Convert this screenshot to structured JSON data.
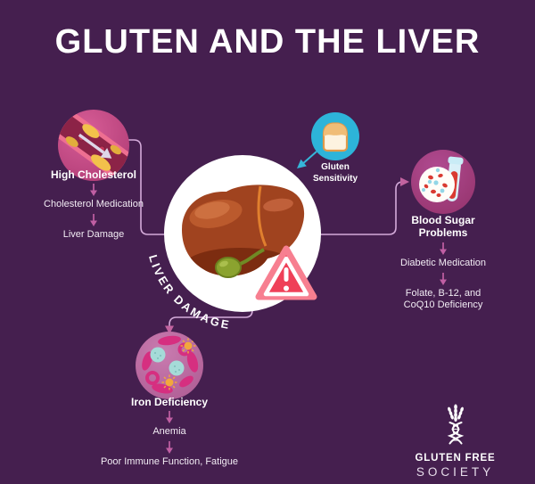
{
  "title": "GLUTEN AND THE LIVER",
  "center": {
    "curved_label": "LIVER DAMAGE"
  },
  "trigger": {
    "label": "Gluten\nSensitivity"
  },
  "branches": {
    "high_cholesterol": {
      "title": "High Cholesterol",
      "step1": "Cholesterol Medication",
      "step2": "Liver Damage"
    },
    "blood_sugar": {
      "title": "Blood Sugar\nProblems",
      "step1": "Diabetic Medication",
      "step2": "Folate, B-12, and\nCoQ10 Deficiency"
    },
    "iron_deficiency": {
      "title": "Iron Deficiency",
      "step1": "Anemia",
      "step2": "Poor Immune Function, Fatigue"
    }
  },
  "footer": {
    "brand_top": "GLUTEN FREE",
    "brand_bottom": "SOCIETY"
  },
  "colors": {
    "background": "#451f4f",
    "connector_line": "#d4abda",
    "arrowhead_pink": "#c2639f",
    "gluten_cyan": "#2db4d9",
    "warning_red": "#ef4058",
    "cholesterol_circle": "#c94886",
    "blood_sugar_circle": "#a23f85",
    "iron_circle": "#c06da3"
  }
}
